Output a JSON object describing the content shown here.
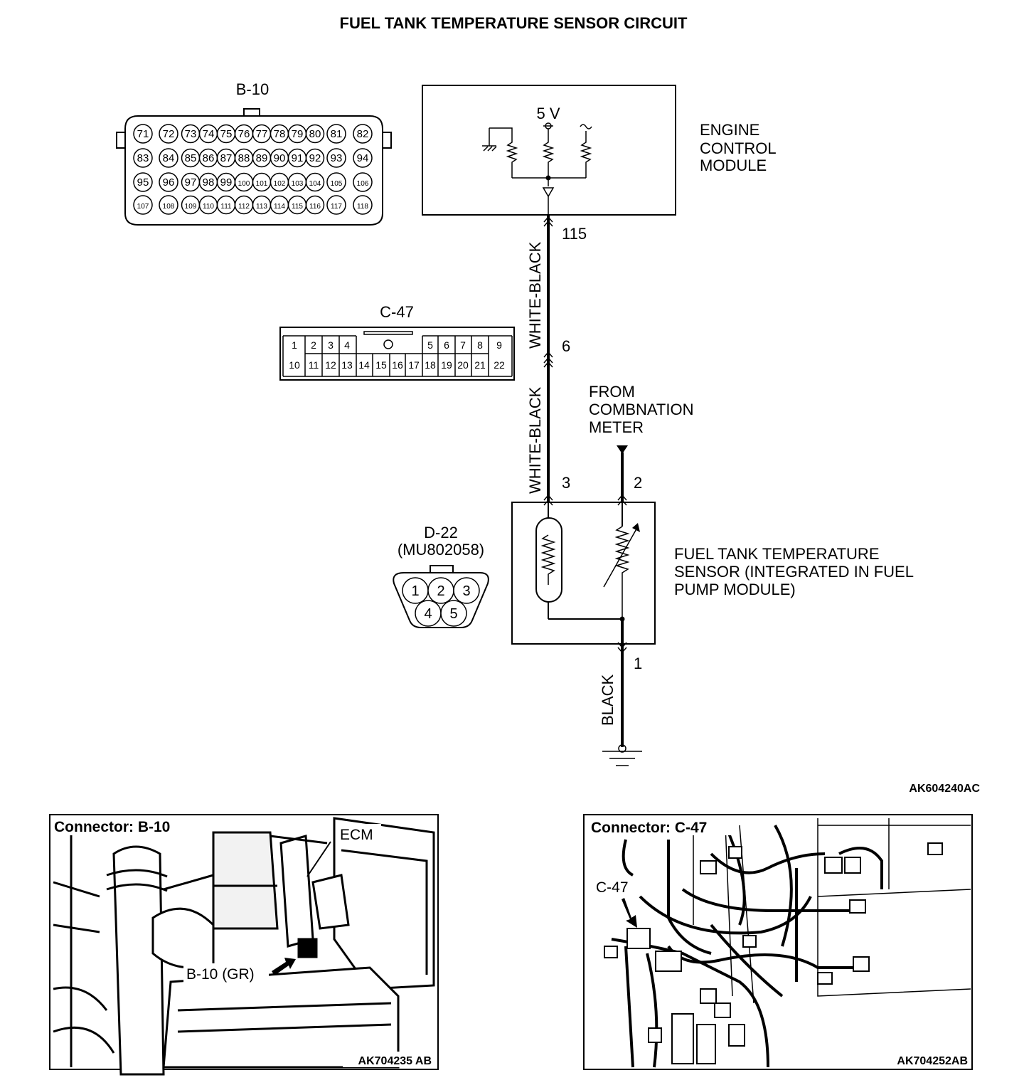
{
  "title": "FUEL TANK TEMPERATURE SENSOR CIRCUIT",
  "connectors": {
    "b10": {
      "name": "B-10",
      "rows": [
        [
          "71",
          "72",
          "73",
          "74",
          "75",
          "76",
          "77",
          "78",
          "79",
          "80",
          "81",
          "82"
        ],
        [
          "83",
          "84",
          "85",
          "86",
          "87",
          "88",
          "89",
          "90",
          "91",
          "92",
          "93",
          "94"
        ],
        [
          "95",
          "96",
          "97",
          "98",
          "99",
          "100",
          "101",
          "102",
          "103",
          "104",
          "105",
          "106"
        ],
        [
          "107",
          "108",
          "109",
          "110",
          "111",
          "112",
          "113",
          "114",
          "115",
          "116",
          "117",
          "118"
        ]
      ]
    },
    "c47": {
      "name": "C-47",
      "top_pins": [
        "1",
        "2",
        "3",
        "4",
        "5",
        "6",
        "7",
        "8",
        "9"
      ],
      "bottom_pins": [
        "10",
        "11",
        "12",
        "13",
        "14",
        "15",
        "16",
        "17",
        "18",
        "19",
        "20",
        "21",
        "22"
      ]
    },
    "d22": {
      "name": "D-22",
      "part": "(MU802058)",
      "pins": [
        "1",
        "2",
        "3",
        "4",
        "5"
      ]
    }
  },
  "ecm": {
    "label_lines": [
      "ENGINE",
      "CONTROL",
      "MODULE"
    ],
    "voltage": "5 V",
    "terminal": "115"
  },
  "wires": {
    "upper_color": "WHITE-BLACK",
    "middle_color": "WHITE-BLACK",
    "ground_color": "BLACK",
    "pin_c47": "6",
    "pin_sensor_3": "3",
    "pin_sensor_2": "2",
    "pin_sensor_1": "1"
  },
  "meter": {
    "label_lines": [
      "FROM",
      "COMBNATION",
      "METER"
    ]
  },
  "sensor": {
    "label_lines": [
      "FUEL TANK TEMPERATURE",
      "SENSOR (INTEGRATED IN FUEL",
      "PUMP MODULE)"
    ]
  },
  "figure_code": "AK604240AC",
  "photos": {
    "left": {
      "caption": "Connector: B-10",
      "labels": {
        "ecm": "ECM",
        "connector": "B-10 (GR)"
      },
      "code": "AK704235 AB"
    },
    "right": {
      "caption": "Connector: C-47",
      "labels": {
        "connector": "C-47"
      },
      "code": "AK704252AB"
    }
  },
  "colors": {
    "ink": "#000000",
    "paper": "#ffffff"
  }
}
